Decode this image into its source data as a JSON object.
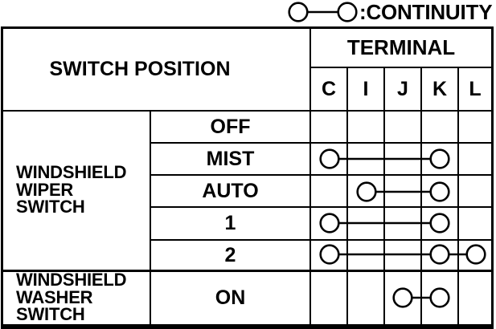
{
  "legend": {
    "label": ":CONTINUITY"
  },
  "table": {
    "header": {
      "switch_position": "SWITCH POSITION",
      "terminal": "TERMINAL",
      "terminals": [
        "C",
        "I",
        "J",
        "K",
        "L"
      ]
    },
    "groups": [
      {
        "label_lines": [
          "WINDSHIELD",
          "WIPER",
          "SWITCH"
        ],
        "rows": [
          {
            "position": "OFF",
            "connections": []
          },
          {
            "position": "MIST",
            "connections": [
              [
                "C",
                "K"
              ]
            ]
          },
          {
            "position": "AUTO",
            "connections": [
              [
                "I",
                "K"
              ]
            ]
          },
          {
            "position": "1",
            "connections": [
              [
                "C",
                "K"
              ]
            ]
          },
          {
            "position": "2",
            "connections": [
              [
                "C",
                "K"
              ],
              [
                "K",
                "L"
              ]
            ]
          }
        ]
      },
      {
        "label_lines": [
          "WINDSHIELD",
          "WASHER",
          "SWITCH"
        ],
        "rows": [
          {
            "position": "ON",
            "connections": [
              [
                "J",
                "K"
              ]
            ]
          }
        ]
      }
    ]
  },
  "colors": {
    "ink": "#000000",
    "paper": "#ffffff"
  }
}
